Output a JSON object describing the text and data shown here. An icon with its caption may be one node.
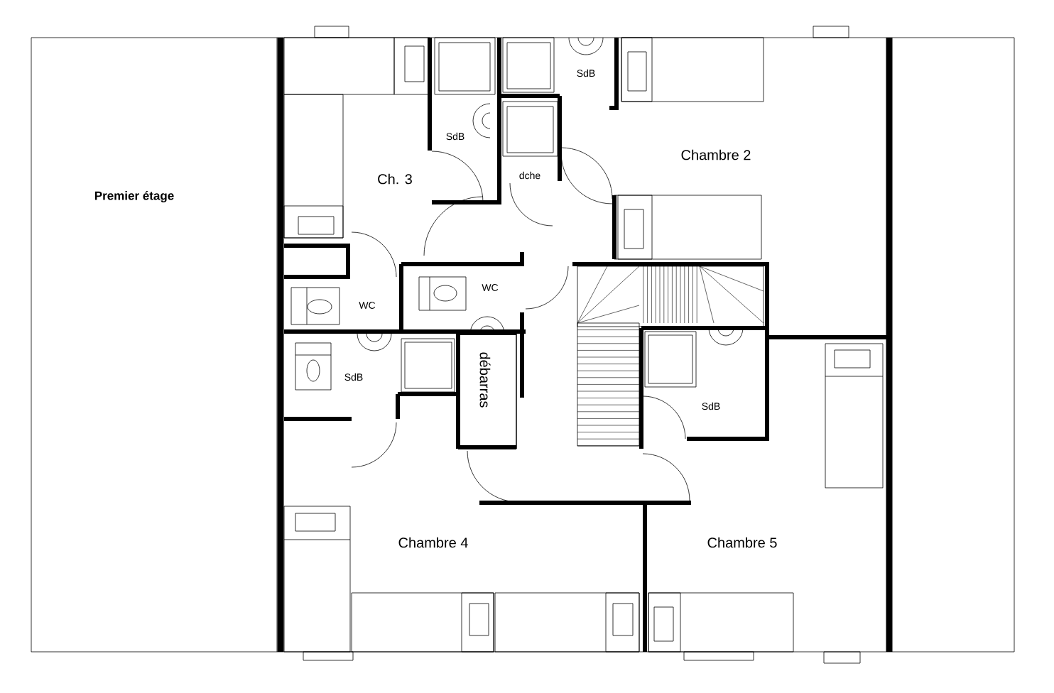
{
  "diagram": {
    "labels": [
      "SdB",
      "SdB",
      "Chambre 2",
      "dche",
      "Ch. 3",
      "Premier étage",
      "WC",
      "WC",
      "SdB",
      "débarras",
      "SdB",
      "Chambre 4",
      "Chambre 5"
    ]
  }
}
